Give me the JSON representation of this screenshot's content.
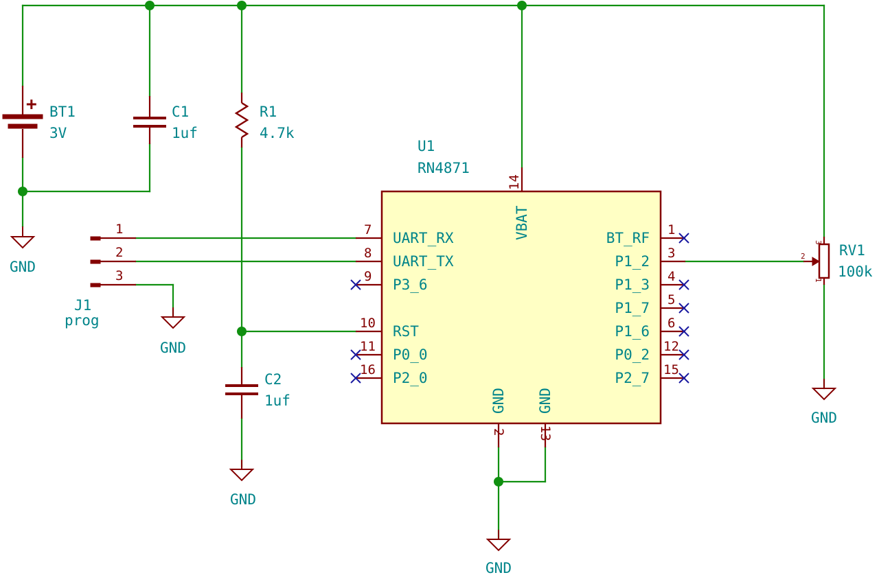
{
  "components": {
    "BT1": {
      "ref": "BT1",
      "value": "3V"
    },
    "C1": {
      "ref": "C1",
      "value": "1uf"
    },
    "R1": {
      "ref": "R1",
      "value": "4.7k"
    },
    "C2": {
      "ref": "C2",
      "value": "1uf"
    },
    "U1": {
      "ref": "U1",
      "value": "RN4871",
      "pins": {
        "vbat": {
          "num": "14",
          "name": "VBAT"
        },
        "uart_rx": {
          "num": "7",
          "name": "UART_RX"
        },
        "uart_tx": {
          "num": "8",
          "name": "UART_TX"
        },
        "p3_6": {
          "num": "9",
          "name": "P3_6"
        },
        "rst": {
          "num": "10",
          "name": "RST"
        },
        "p0_0": {
          "num": "11",
          "name": "P0_0"
        },
        "p2_0": {
          "num": "16",
          "name": "P2_0"
        },
        "bt_rf": {
          "num": "1",
          "name": "BT_RF"
        },
        "p1_2": {
          "num": "3",
          "name": "P1_2"
        },
        "p1_3": {
          "num": "4",
          "name": "P1_3"
        },
        "p1_7": {
          "num": "5",
          "name": "P1_7"
        },
        "p1_6": {
          "num": "6",
          "name": "P1_6"
        },
        "p0_2": {
          "num": "12",
          "name": "P0_2"
        },
        "p2_7": {
          "num": "15",
          "name": "P2_7"
        },
        "gnd_a": {
          "num": "2",
          "name": "GND"
        },
        "gnd_b": {
          "num": "13",
          "name": "GND"
        }
      }
    },
    "J1": {
      "ref": "J1",
      "value": "prog",
      "pins": [
        "1",
        "2",
        "3"
      ]
    },
    "RV1": {
      "ref": "RV1",
      "value": "100k",
      "pins": [
        "3",
        "2",
        "1"
      ]
    }
  },
  "power": {
    "gnd_label": "GND",
    "bt1_plus": "+"
  },
  "colors": {
    "wire": "#109010",
    "component": "#840000",
    "label": "#00848a",
    "ic_fill": "#ffffc4",
    "no_connect": "#1a1aa0"
  }
}
